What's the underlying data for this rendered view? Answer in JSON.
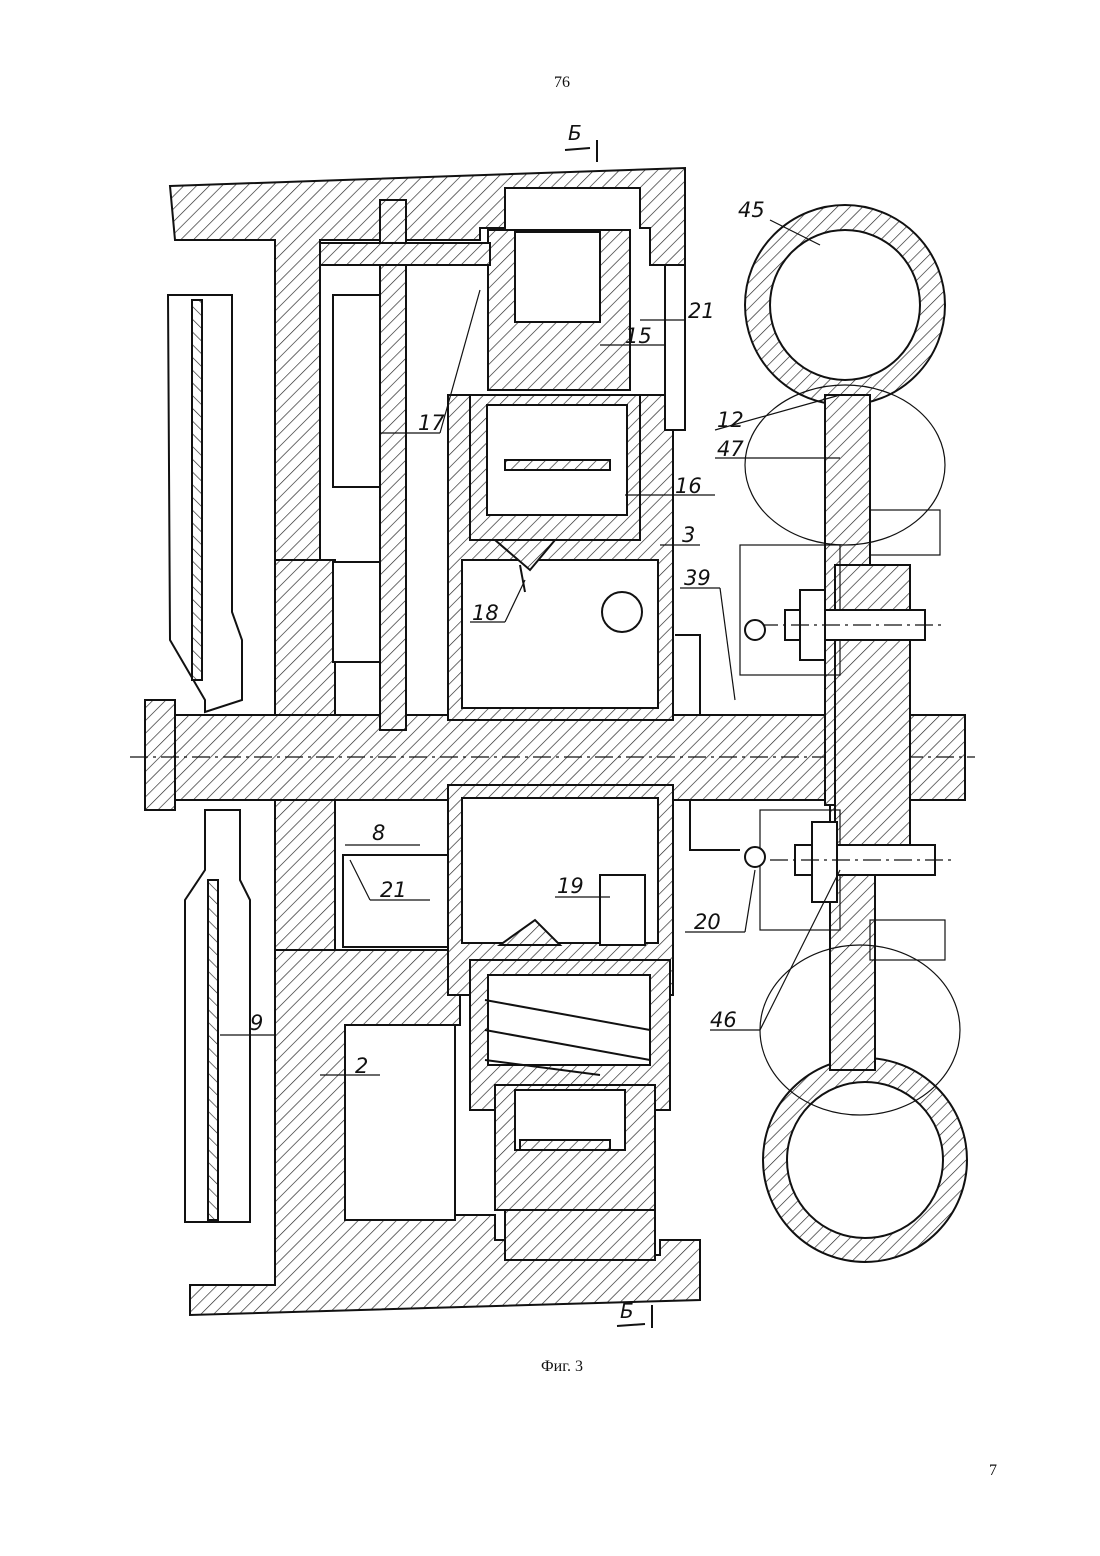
{
  "page": {
    "top_number": "76",
    "bottom_number": "7",
    "caption": "Фиг. 3"
  },
  "section_marks": {
    "top": "Б",
    "bottom": "Б"
  },
  "labels": {
    "l45": "45",
    "l21a": "21",
    "l15": "15",
    "l17": "17",
    "l12": "12",
    "l47": "47",
    "l16": "16",
    "l3": "3",
    "l39": "39",
    "l18": "18",
    "l8": "8",
    "l21b": "21",
    "l19": "19",
    "l20": "20",
    "l46": "46",
    "l9": "9",
    "l2": "2"
  }
}
